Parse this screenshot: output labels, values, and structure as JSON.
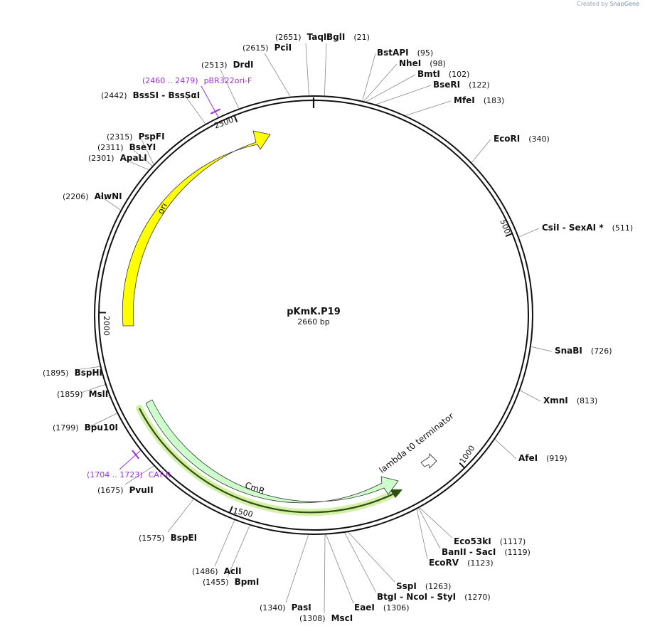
{
  "watermark": {
    "prefix": "Created by",
    "brand": "SnapGene"
  },
  "plasmid": {
    "name": "pKmK.P19",
    "size_label": "2660 bp",
    "length": 2660
  },
  "ticks": [
    "500",
    "1000",
    "1500",
    "2000",
    "2500"
  ],
  "sites": [
    {
      "id": "taqii",
      "name": "TaqII",
      "pos": "(2651)",
      "bp": 2651
    },
    {
      "id": "bgli",
      "name": "BglI",
      "pos": "(21)",
      "bp": 21
    },
    {
      "id": "bstapi",
      "name": "BstAPI",
      "pos": "(95)",
      "bp": 95
    },
    {
      "id": "nhei",
      "name": "NheI",
      "pos": "(98)",
      "bp": 98
    },
    {
      "id": "bmti",
      "name": "BmtI",
      "pos": "(102)",
      "bp": 102
    },
    {
      "id": "bseri",
      "name": "BseRI",
      "pos": "(122)",
      "bp": 122
    },
    {
      "id": "mfei",
      "name": "MfeI",
      "pos": "(183)",
      "bp": 183
    },
    {
      "id": "ecori",
      "name": "EcoRI",
      "pos": "(340)",
      "bp": 340
    },
    {
      "id": "csii",
      "name": "CsiI  - SexAI *",
      "pos": "(511)",
      "bp": 511
    },
    {
      "id": "snabi",
      "name": "SnaBI",
      "pos": "(726)",
      "bp": 726
    },
    {
      "id": "xmni",
      "name": "XmnI",
      "pos": "(813)",
      "bp": 813
    },
    {
      "id": "afei",
      "name": "AfeI",
      "pos": "(919)",
      "bp": 919
    },
    {
      "id": "eco53ki",
      "name": "Eco53kI",
      "pos": "(1117)",
      "bp": 1117
    },
    {
      "id": "banii",
      "name": "BanII  - SacI",
      "pos": "(1119)",
      "bp": 1119
    },
    {
      "id": "ecorv",
      "name": "EcoRV",
      "pos": "(1123)",
      "bp": 1123
    },
    {
      "id": "sspi",
      "name": "SspI",
      "pos": "(1263)",
      "bp": 1263
    },
    {
      "id": "btgi",
      "name": "BtgI  - NcoI  - StyI",
      "pos": "(1270)",
      "bp": 1270
    },
    {
      "id": "eaei",
      "name": "EaeI",
      "pos": "(1306)",
      "bp": 1306
    },
    {
      "id": "msci",
      "name": "MscI",
      "pos": "(1308)",
      "bp": 1308
    },
    {
      "id": "pasi",
      "name": "PasI",
      "pos": "(1340)",
      "bp": 1340
    },
    {
      "id": "bpmi",
      "name": "BpmI",
      "pos": "(1455)",
      "bp": 1455
    },
    {
      "id": "acli",
      "name": "AclI",
      "pos": "(1486)",
      "bp": 1486
    },
    {
      "id": "bspei",
      "name": "BspEI",
      "pos": "(1575)",
      "bp": 1575
    },
    {
      "id": "pvuii",
      "name": "PvuII",
      "pos": "(1675)",
      "bp": 1675
    },
    {
      "id": "catr",
      "name": "CAT-R",
      "pos": "(1704 .. 1723)",
      "bp": 1714,
      "primer": true
    },
    {
      "id": "bpu10i",
      "name": "Bpu10I",
      "pos": "(1799)",
      "bp": 1799
    },
    {
      "id": "msli",
      "name": "MslI",
      "pos": "(1859)",
      "bp": 1859
    },
    {
      "id": "bsphi",
      "name": "BspHI",
      "pos": "(1895)",
      "bp": 1895
    },
    {
      "id": "alwni",
      "name": "AlwNI",
      "pos": "(2206)",
      "bp": 2206
    },
    {
      "id": "apali",
      "name": "ApaLI",
      "pos": "(2301)",
      "bp": 2301
    },
    {
      "id": "bseyi",
      "name": "BseYI",
      "pos": "(2311)",
      "bp": 2311
    },
    {
      "id": "pspfi",
      "name": "PspFI",
      "pos": "(2315)",
      "bp": 2315
    },
    {
      "id": "bsssi",
      "name": "BssSI  - BssSαI",
      "pos": "(2442)",
      "bp": 2442
    },
    {
      "id": "pbr322",
      "name": "pBR322ori-F",
      "pos": "(2460 .. 2479)",
      "bp": 2470,
      "primer": true
    },
    {
      "id": "drdi",
      "name": "DrdI",
      "pos": "(2513)",
      "bp": 2513
    },
    {
      "id": "pcii",
      "name": "PciI",
      "pos": "(2615)",
      "bp": 2615
    }
  ],
  "features": {
    "ori": {
      "label": "ori",
      "color": "#ffff00"
    },
    "cmr": {
      "label": "CmR",
      "color": "#ccffcc"
    },
    "terminator": {
      "label": "lambda t0 terminator"
    }
  },
  "colors": {
    "primer": "#9b30d9",
    "ori": "#ffff00",
    "cmr": "#ccffcc",
    "highlight": "#d4f0a8"
  }
}
